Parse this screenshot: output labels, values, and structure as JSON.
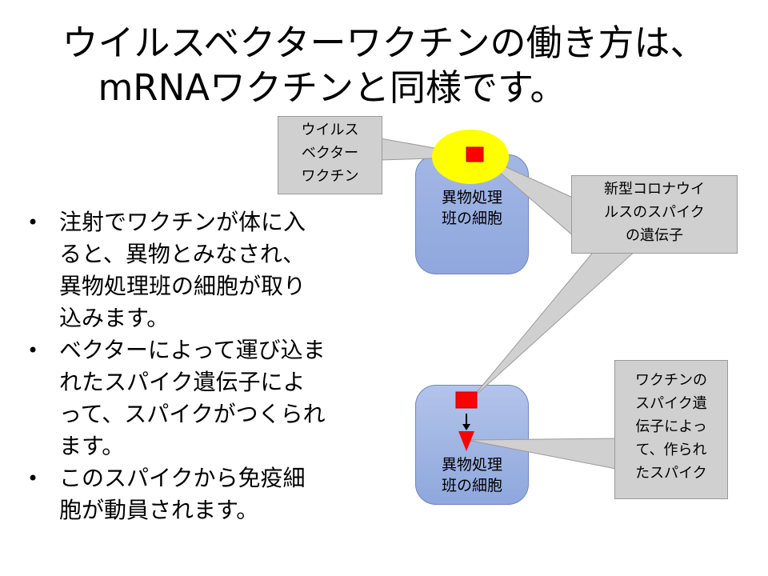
{
  "title": {
    "line1": "ウイルスベクターワクチンの働き方は、",
    "line2": "mRNAワクチンと同様です。"
  },
  "bullets": [
    "注射でワクチンが体に入ると、異物とみなされ、異物処理班の細胞が取り込みます。",
    "ベクターによって運び込まれたスパイク遺伝子によって、スパイクがつくられます。",
    "このスパイクから免疫細胞が動員されます。"
  ],
  "bullet_symbol": "•",
  "diagram": {
    "cell_label": "異物処理\n班の細胞",
    "callout_vaccine": "ウイルス\nベクター\nワクチン",
    "callout_gene": "新型コロナウイ\nルスのスパイク\nの遺伝子",
    "callout_spike": "ワクチンの\nスパイク遺\n伝子によっ\nて、作られ\nたスパイク",
    "colors": {
      "cell_fill": "#8fa7dd",
      "vector_fill": "#ffff00",
      "gene_fill": "#ff0000",
      "callout_fill": "#d0d0d0"
    }
  }
}
